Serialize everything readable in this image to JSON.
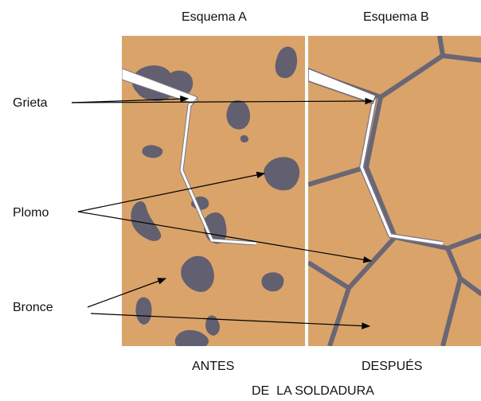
{
  "header": {
    "scheme_a": "Esquema A",
    "scheme_b": "Esquema B"
  },
  "labels": {
    "crack": "Grieta",
    "lead": "Plomo",
    "bronze": "Bronce"
  },
  "footer": {
    "before": "ANTES",
    "after": "DESPUÉS",
    "caption": "DE  LA SOLDADURA"
  },
  "colors": {
    "bronze": "#D9A36A",
    "lead": "#625F70",
    "grain_boundary": "#6A6675",
    "crack": "#FFFFFF",
    "crack_outline": "#7B7784",
    "arrow": "#000000"
  }
}
